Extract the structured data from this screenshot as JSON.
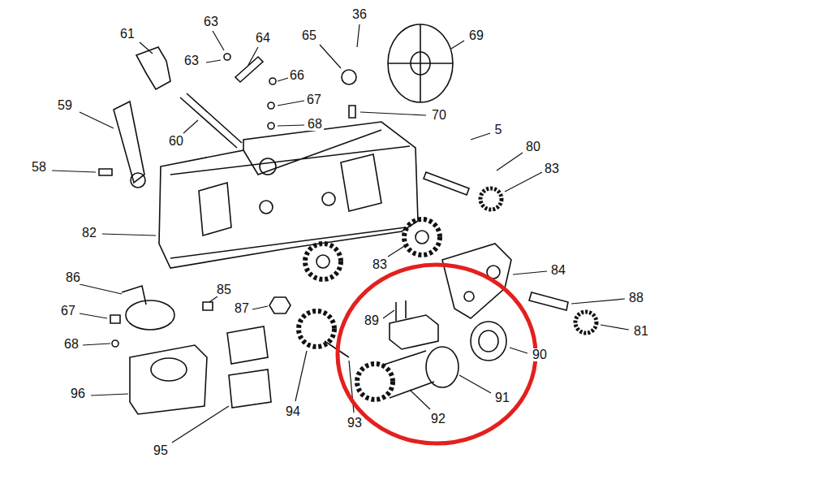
{
  "diagram": {
    "labels": [
      "61",
      "63",
      "36",
      "69",
      "63",
      "64",
      "65",
      "66",
      "59",
      "67",
      "70",
      "68",
      "5",
      "80",
      "60",
      "58",
      "83",
      "82",
      "83",
      "84",
      "86",
      "85",
      "88",
      "67",
      "87",
      "89",
      "81",
      "68",
      "90",
      "96",
      "94",
      "91",
      "93",
      "92",
      "95"
    ]
  }
}
